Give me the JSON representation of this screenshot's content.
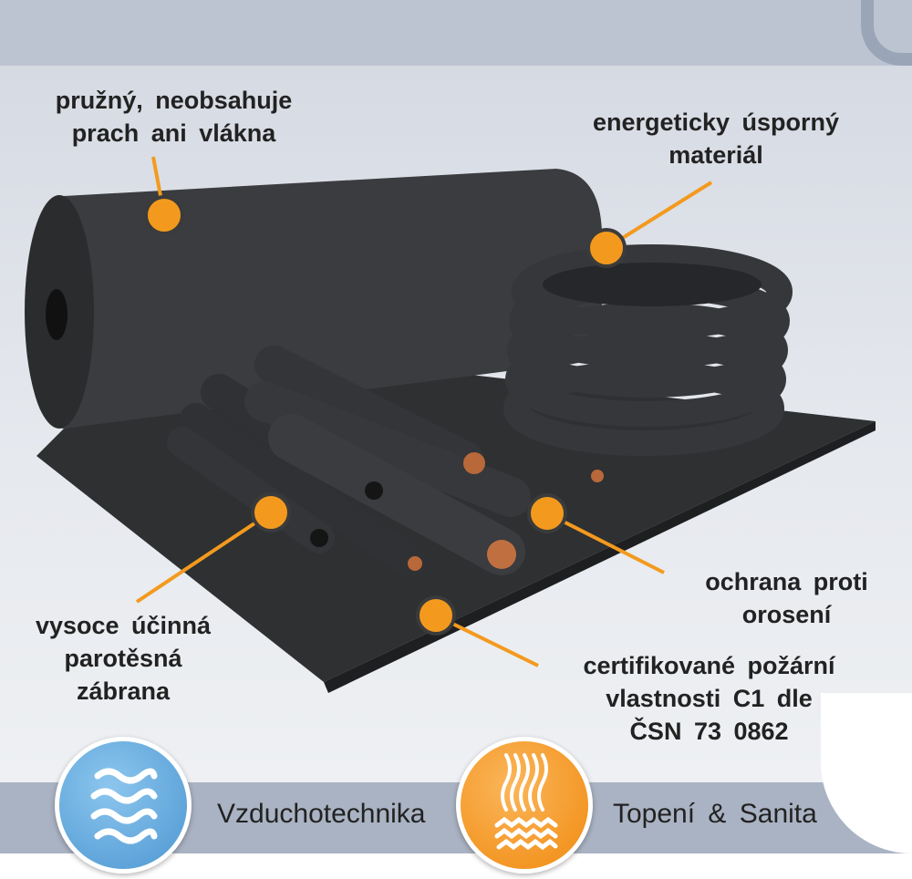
{
  "callouts": {
    "flexible": "pružný, neobsahuje prach ani vlákna",
    "energy": "energeticky úsporný materiál",
    "vapor_barrier": "vysoce účinná parotěsná zábrana",
    "condensation": "ochrana proti orosení",
    "fire": "certifikované požární vlastnosti C1 dle ČSN 73 0862"
  },
  "callout_lines": {
    "flexible": [
      "pružný, neobsahuje",
      "prach ani vlákna"
    ],
    "energy": [
      "energeticky úsporný",
      "materiál"
    ],
    "vapor_barrier": [
      "vysoce účinná",
      "parotěsná",
      "zábrana"
    ],
    "condensation": [
      "ochrana proti",
      "orosení"
    ],
    "fire": [
      "certifikované požární",
      "vlastnosti C1 dle",
      "ČSN 73 0862"
    ]
  },
  "footer": {
    "ventilation": "Vzduchotechnika",
    "heating": "Topení & Sanita"
  },
  "icons": {
    "ventilation": "air-waves-icon",
    "heating": "heat-water-icon"
  },
  "colors": {
    "accent_orange": "#f39a1e",
    "accent_blue": "#5aa6dc",
    "band": "#aab3c3",
    "product": "#2f3133"
  }
}
